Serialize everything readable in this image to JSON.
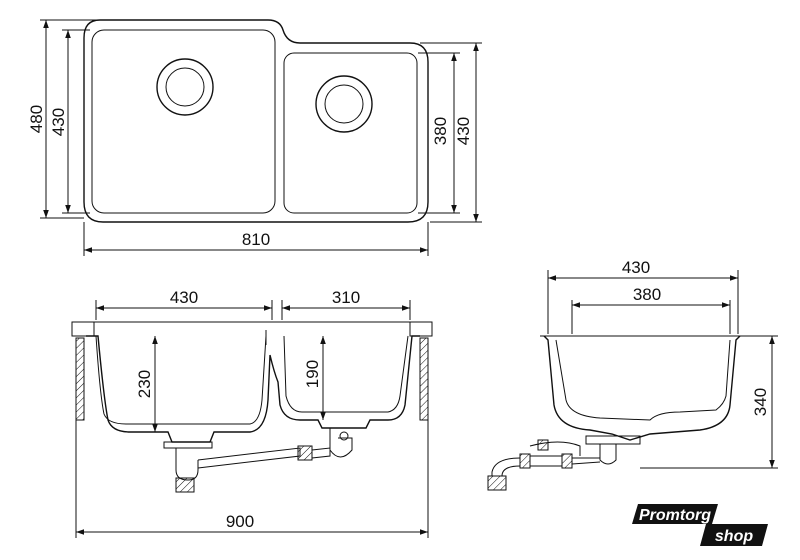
{
  "top_view": {
    "overall_height": "480",
    "bowl_height_left": "430",
    "small_bowl_height": "380",
    "bowl_height_right": "430",
    "overall_width": "810"
  },
  "front_view": {
    "large_bowl_width": "430",
    "small_bowl_width": "310",
    "large_bowl_depth": "230",
    "small_bowl_depth": "190",
    "cabinet_width": "900"
  },
  "side_view": {
    "outer_width": "430",
    "inner_width": "380",
    "overall_depth": "340"
  },
  "logo": {
    "brand": "Promtorg",
    "suffix": "shop"
  },
  "colors": {
    "line": "#111111",
    "hatch": "#111111",
    "logo_background": "#111111",
    "logo_text": "#ffffff"
  }
}
